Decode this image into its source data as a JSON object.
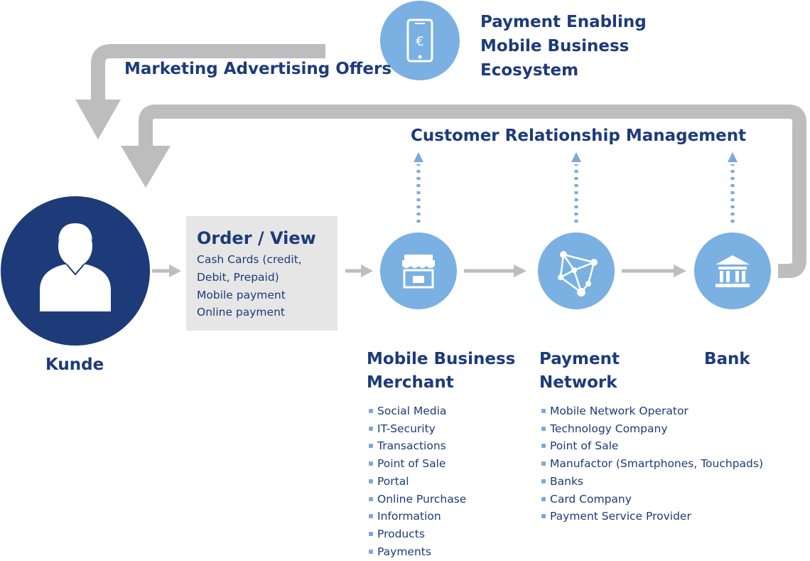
{
  "ecosystem": {
    "lines": [
      "Payment Enabling",
      "Mobile Business",
      "Ecosystem"
    ],
    "icon": "smartphone-euro-icon"
  },
  "marketing_label": "Marketing Advertising Offers",
  "crm_label": "Customer Relationship Management",
  "customer": {
    "label": "Kunde",
    "icon": "user-icon"
  },
  "order": {
    "title": "Order / View",
    "items": [
      "Cash Cards (credit,",
      "Debit, Prepaid)",
      "Mobile payment",
      "Online payment"
    ]
  },
  "merchant": {
    "title_lines": [
      "Mobile Business",
      "Merchant"
    ],
    "icon": "storefront-icon",
    "items": [
      "Social Media",
      "IT-Security",
      "Transactions",
      "Point of Sale",
      "Portal",
      "Online Purchase",
      "Information",
      "Products",
      "Payments"
    ]
  },
  "network": {
    "title_lines": [
      "Payment",
      "Network"
    ],
    "icon": "network-nodes-icon",
    "items": [
      "Mobile Network Operator",
      "Technology Company",
      "Point of Sale",
      "Manufactor (Smartphones, Touchpads)",
      "Banks",
      "Card Company",
      "Payment Service Provider"
    ]
  },
  "bank": {
    "title": "Bank",
    "icon": "bank-building-icon"
  },
  "colors": {
    "dark_blue": "#1d3b78",
    "light_blue": "#7ab0e2",
    "gray_arrow": "#bdbdbd",
    "box_gray": "#e6e6e6"
  }
}
